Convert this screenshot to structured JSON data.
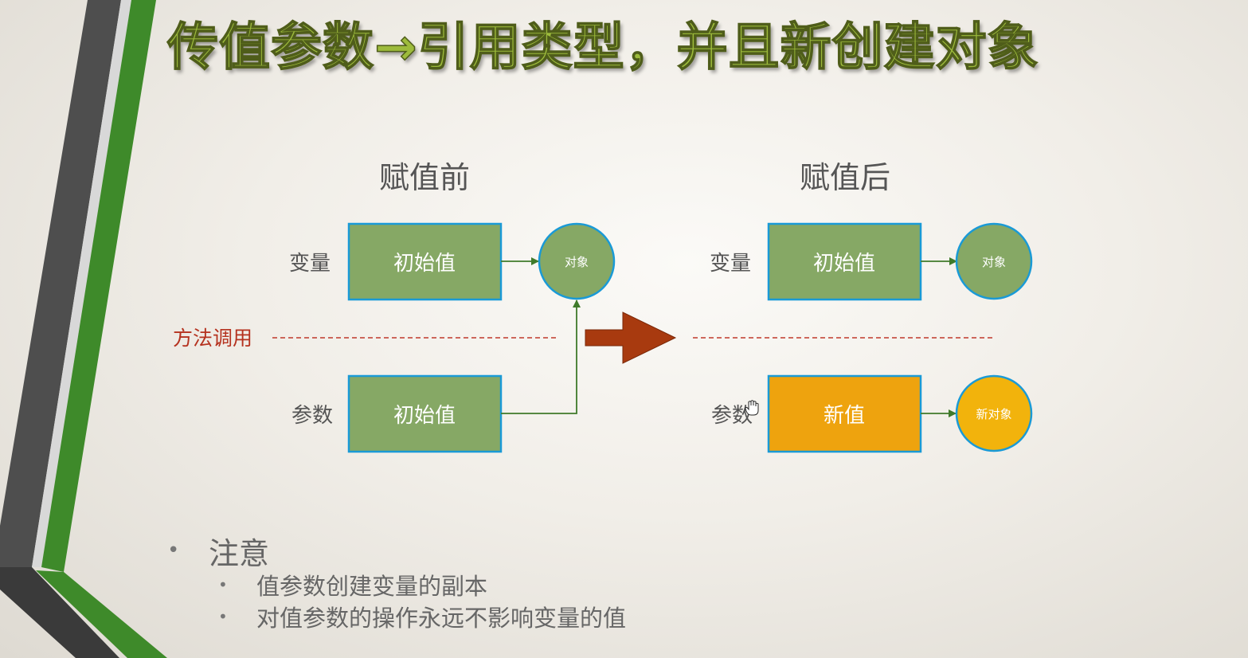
{
  "slide": {
    "title": "传值参数→引用类型，并且新创建对象"
  },
  "diagram": {
    "before_label": "赋值前",
    "after_label": "赋值后",
    "method_call_label": "方法调用",
    "before": {
      "variable_label": "变量",
      "variable_box": "初始值",
      "variable_object": "对象",
      "param_label": "参数",
      "param_box": "初始值"
    },
    "after": {
      "variable_label": "变量",
      "variable_box": "初始值",
      "variable_object": "对象",
      "param_label": "参数",
      "param_box": "新值",
      "param_object": "新对象"
    },
    "colors": {
      "box_green": "#86a865",
      "box_orange": "#eea30e",
      "border_blue": "#1a9ad6",
      "arrow_green": "#3f7a2a",
      "big_arrow": "#a83a0f",
      "dashed_red": "#c0392b",
      "method_label": "#b5321f"
    }
  },
  "notes": {
    "heading": "注意",
    "items": [
      "值参数创建变量的副本",
      "对值参数的操作永远不影响变量的值"
    ]
  }
}
